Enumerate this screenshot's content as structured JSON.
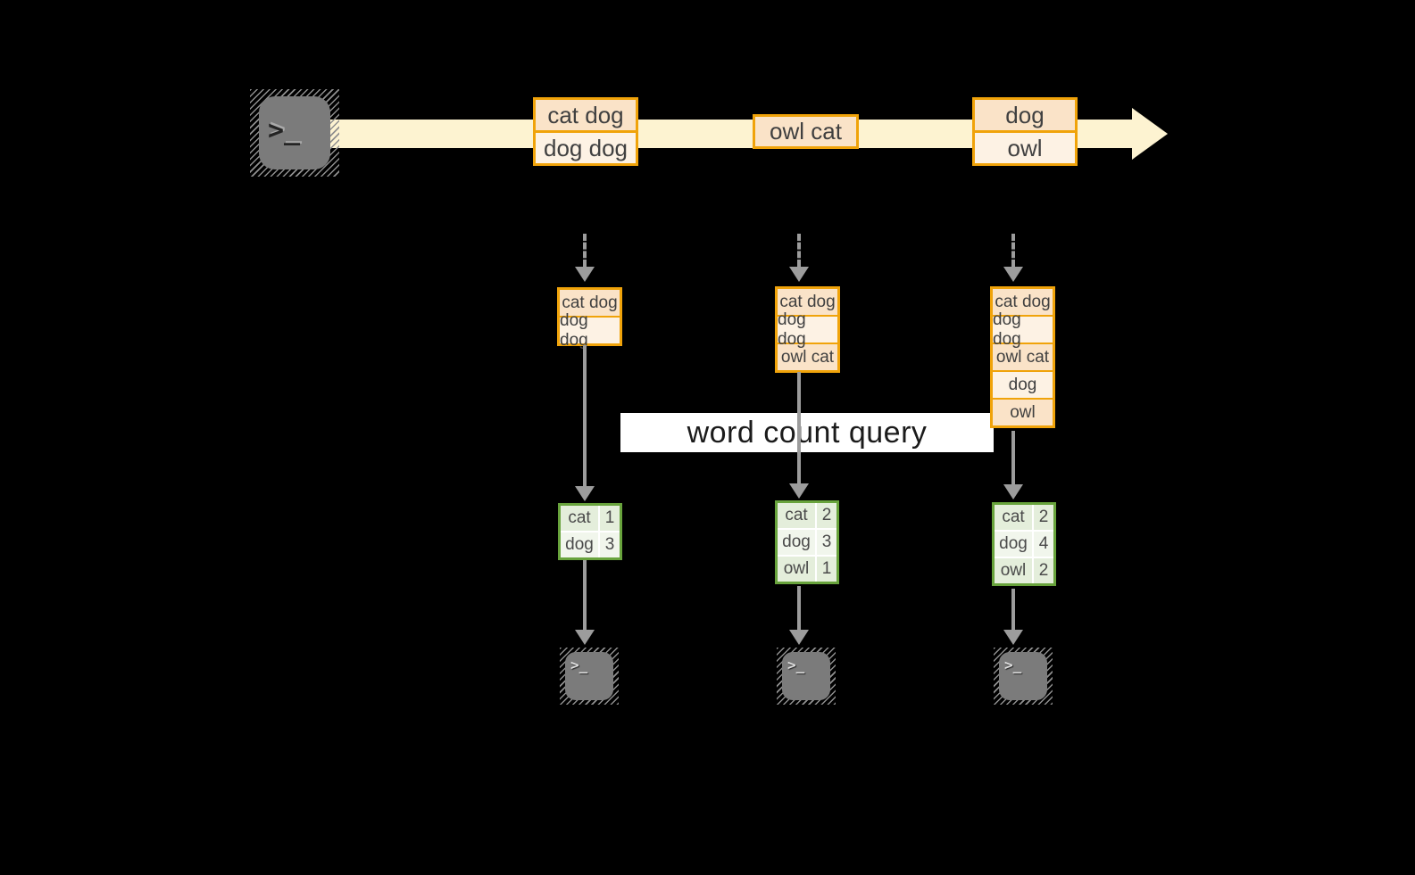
{
  "banner": {
    "label": "word count query"
  },
  "icons": {
    "source": "terminal-icon",
    "sink": "terminal-icon",
    "terminal_glyph": ">_",
    "stream_arrowhead": "right-arrow",
    "flow_arrowhead": "down-arrow"
  },
  "colors": {
    "stream_fill": "#fdf3d1",
    "event_border": "#f0a30a",
    "event_fill_dark": "#fae3c8",
    "event_fill_light": "#fdf2e4",
    "table_border": "#68a33c",
    "table_fill_dark": "#e4eedb",
    "table_fill_light": "#f1f6ec",
    "arrow_gray": "#9c9c9c",
    "terminal_gray": "#7b7b7b"
  },
  "stream_events": [
    {
      "lines": [
        "cat dog",
        "dog dog"
      ]
    },
    {
      "lines": [
        "owl cat"
      ]
    },
    {
      "lines": [
        "dog",
        "owl"
      ]
    }
  ],
  "snapshots": [
    {
      "accumulated": [
        "cat dog",
        "dog dog"
      ],
      "counts": [
        {
          "word": "cat",
          "count": "1"
        },
        {
          "word": "dog",
          "count": "3"
        }
      ]
    },
    {
      "accumulated": [
        "cat dog",
        "dog dog",
        "owl cat"
      ],
      "counts": [
        {
          "word": "cat",
          "count": "2"
        },
        {
          "word": "dog",
          "count": "3"
        },
        {
          "word": "owl",
          "count": "1"
        }
      ]
    },
    {
      "accumulated": [
        "cat dog",
        "dog dog",
        "owl cat",
        "dog",
        "owl"
      ],
      "counts": [
        {
          "word": "cat",
          "count": "2"
        },
        {
          "word": "dog",
          "count": "4"
        },
        {
          "word": "owl",
          "count": "2"
        }
      ]
    }
  ]
}
